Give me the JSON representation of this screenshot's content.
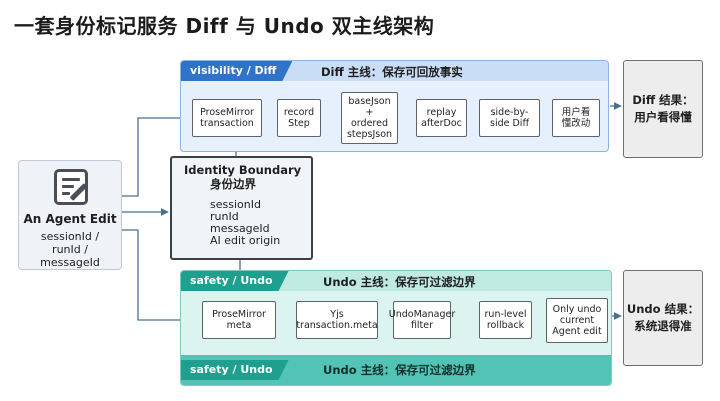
{
  "title": "一套身份标记服务 Diff 与 Undo 双主线架构",
  "agent": {
    "icon": "edit-document-icon",
    "title": "An Agent Edit",
    "fields": [
      "sessionId /",
      "runId /",
      "messageId"
    ]
  },
  "identity": {
    "title": "Identity Boundary",
    "subtitle": "身份边界",
    "fields": [
      "sessionId",
      "runId",
      "messageId",
      "AI edit origin"
    ]
  },
  "diff_lane": {
    "tag": "visibility / Diff",
    "title": "Diff 主线：保存可回放事实",
    "nodes": [
      [
        "ProseMirror",
        "transaction"
      ],
      [
        "record",
        "Step"
      ],
      [
        "baseJson",
        "+",
        "ordered",
        "stepsJson"
      ],
      [
        "replay",
        "afterDoc"
      ],
      [
        "side-by-",
        "side Diff"
      ],
      [
        "用户看",
        "懂改动"
      ]
    ],
    "result": [
      "Diff 结果：",
      "用户看得懂"
    ]
  },
  "undo_lane": {
    "tag": "safety / Undo",
    "title": "Undo 主线：保存可过滤边界",
    "nodes": [
      [
        "ProseMirror",
        "meta"
      ],
      [
        "Yjs",
        "transaction.meta"
      ],
      [
        "UndoManager",
        "filter"
      ],
      [
        "run-level",
        "rollback"
      ],
      [
        "Only undo",
        "current",
        "Agent edit"
      ]
    ],
    "bottom_tag": "safety / Undo",
    "bottom_title": "Undo 主线：保存可过滤边界",
    "result": [
      "Undo 结果：",
      "系统退得准"
    ]
  },
  "colors": {
    "diff_accent": "#2f74c9",
    "undo_accent": "#1f9f8e",
    "undo_bar": "#53c3b5"
  }
}
